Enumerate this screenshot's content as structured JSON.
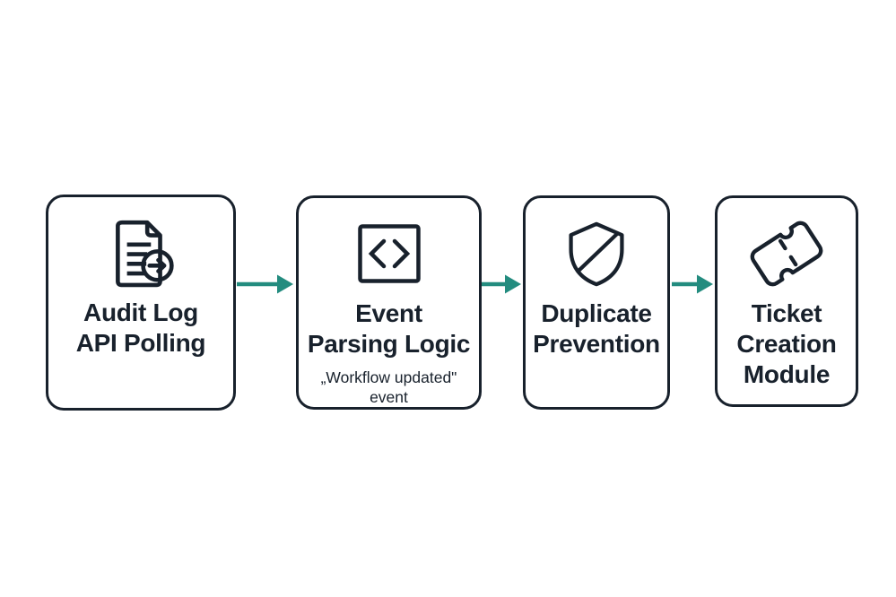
{
  "diagram": {
    "background_color": "#ffffff",
    "node_border_color": "#18212c",
    "text_color": "#18212c",
    "arrow_color": "#238c7f",
    "nodes": [
      {
        "id": "audit-log-api-polling",
        "icon": "document-export-icon",
        "label_lines": [
          "Audit Log",
          "API Polling"
        ]
      },
      {
        "id": "event-parsing-logic",
        "icon": "code-icon",
        "label_lines": [
          "Event",
          "Parsing Logic"
        ],
        "sublabel_lines": [
          "„Workflow updated\"",
          "event"
        ]
      },
      {
        "id": "duplicate-prevention",
        "icon": "shield-slash-icon",
        "label_lines": [
          "Duplicate",
          "Prevention"
        ]
      },
      {
        "id": "ticket-creation-module",
        "icon": "ticket-icon",
        "label_lines": [
          "Ticket",
          "Creation",
          "Module"
        ]
      }
    ],
    "connectors": [
      {
        "from": "audit-log-api-polling",
        "to": "event-parsing-logic"
      },
      {
        "from": "event-parsing-logic",
        "to": "duplicate-prevention"
      },
      {
        "from": "duplicate-prevention",
        "to": "ticket-creation-module"
      }
    ]
  }
}
